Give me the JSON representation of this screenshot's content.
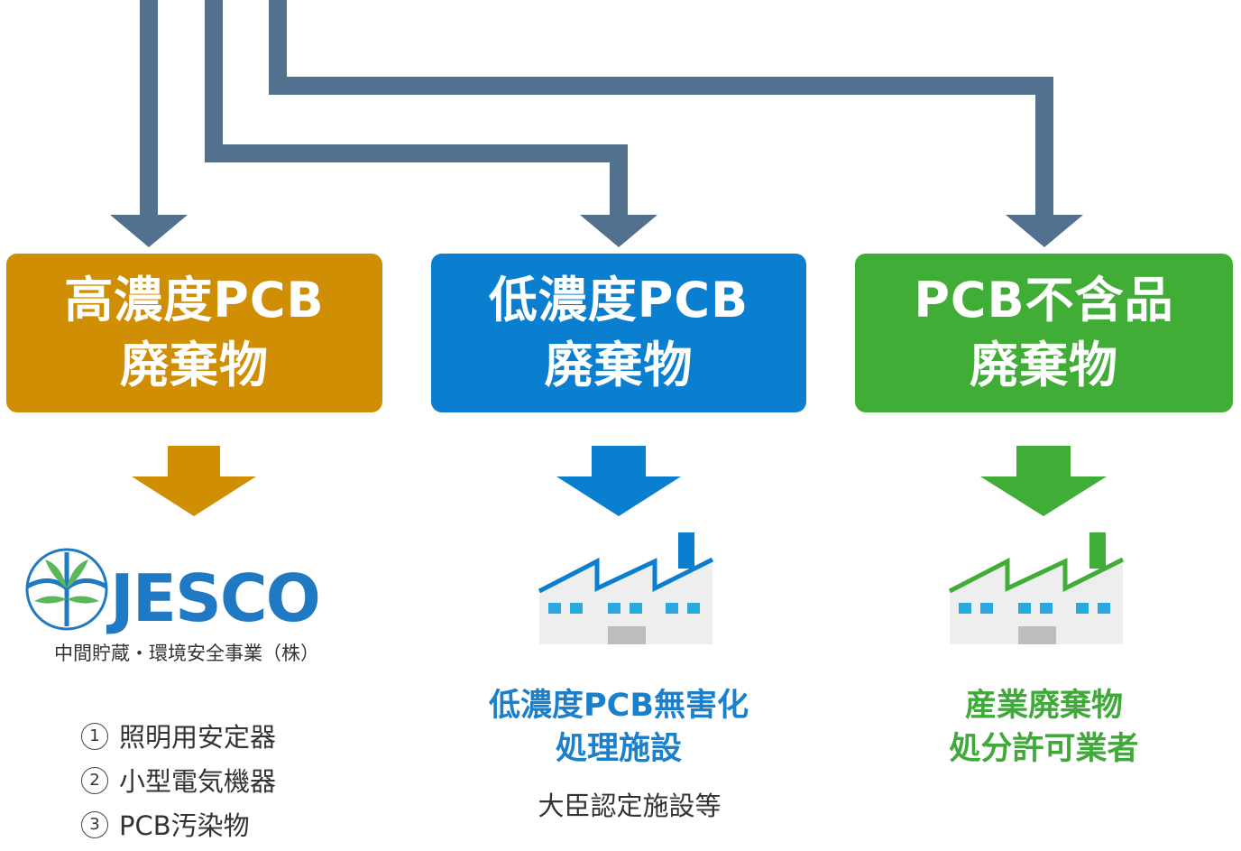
{
  "colors": {
    "connector": "#52718e",
    "high": "#d08e04",
    "low": "#0a7fd0",
    "free": "#40ad37",
    "jesco_blue": "#1f7ac3"
  },
  "categories": [
    {
      "line1": "高濃度PCB",
      "line2": "廃棄物"
    },
    {
      "line1": "低濃度PCB",
      "line2": "廃棄物"
    },
    {
      "line1": "PCB不含品",
      "line2": "廃棄物"
    }
  ],
  "jesco": {
    "logo_text": "JESCO",
    "subtitle": "中間貯蔵・環境安全事業（株）",
    "methods": [
      {
        "num": "1",
        "label": "照明用安定器"
      },
      {
        "num": "2",
        "label": "小型電気機器"
      },
      {
        "num": "3",
        "label": "PCB汚染物"
      }
    ]
  },
  "low_dest": {
    "line1": "低濃度PCB無害化",
    "line2": "処理施設",
    "note": "大臣認定施設等"
  },
  "free_dest": {
    "line1": "産業廃棄物",
    "line2": "処分許可業者"
  },
  "icons": [
    "jesco-logo-icon",
    "factory-icon",
    "arrow-down-icon"
  ]
}
